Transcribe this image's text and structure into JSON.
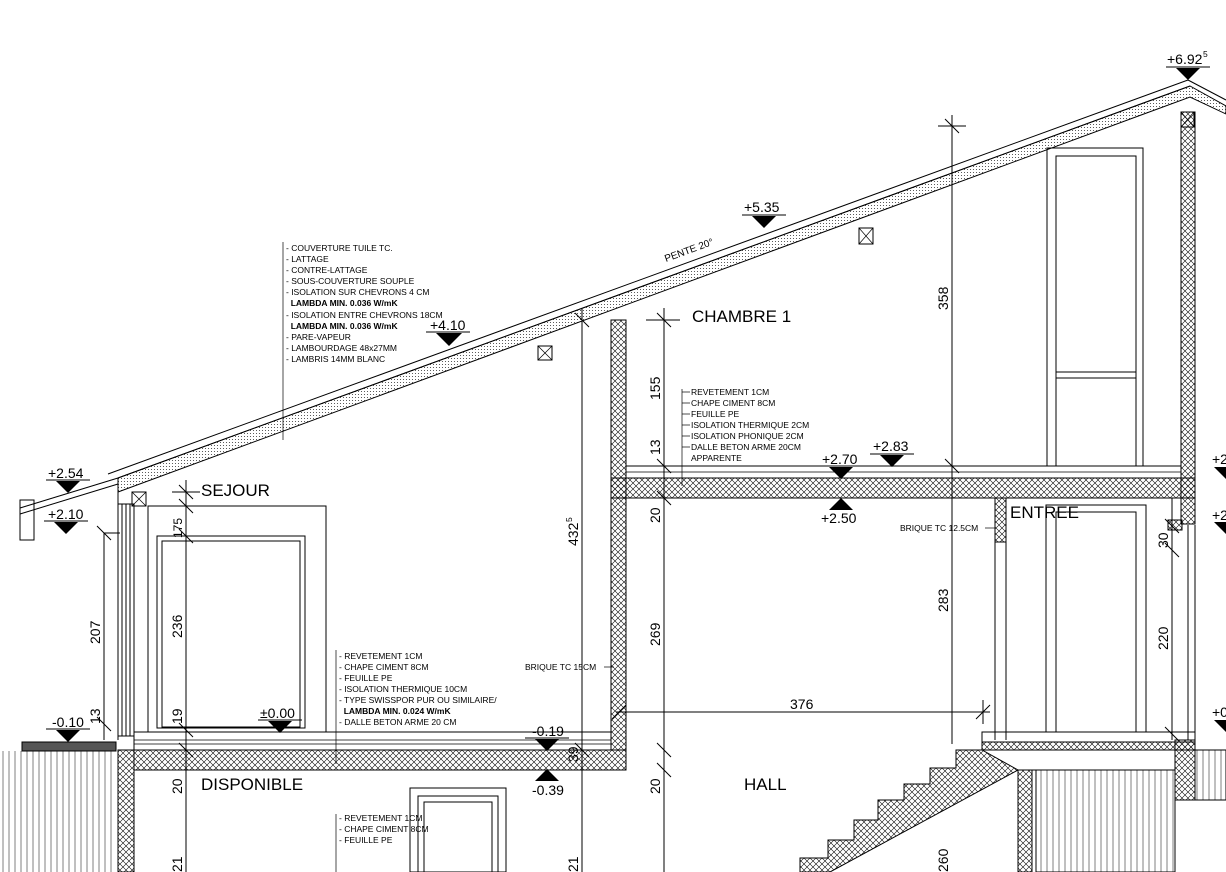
{
  "rooms": {
    "chambre": "CHAMBRE 1",
    "sejour": "SEJOUR",
    "entree": "ENTREE",
    "disponible": "DISPONIBLE",
    "hall": "HALL"
  },
  "levels": {
    "l692": "+6.92",
    "l692_sup": "5",
    "l535": "+5.35",
    "l410": "+4.10",
    "l254": "+2.54",
    "l210": "+2.10",
    "l270": "+2.70",
    "l283": "+2.83",
    "l250": "+2.50",
    "l000": "±0.00",
    "lm010": "-0.10",
    "lm019": "-0.19",
    "lm039": "-0.39",
    "r2a": "+2",
    "r2b": "+2",
    "r0": "+0"
  },
  "roof": {
    "slope": "PENTE 20°",
    "layers": [
      {
        "text": "- COUVERTURE TUILE TC.",
        "bold": false
      },
      {
        "text": "- LATTAGE",
        "bold": false
      },
      {
        "text": "- CONTRE-LATTAGE",
        "bold": false
      },
      {
        "text": "- SOUS-COUVERTURE SOUPLE",
        "bold": false
      },
      {
        "text": "- ISOLATION SUR CHEVRONS 4 CM",
        "bold": false
      },
      {
        "text": "  LAMBDA MIN. 0.036 W/mK",
        "bold": true
      },
      {
        "text": "- ISOLATION ENTRE CHEVRONS 18CM",
        "bold": false
      },
      {
        "text": "  LAMBDA MIN. 0.036 W/mK",
        "bold": true
      },
      {
        "text": "- PARE-VAPEUR",
        "bold": false
      },
      {
        "text": "- LAMBOURDAGE 48x27MM",
        "bold": false
      },
      {
        "text": "- LAMBRIS 14MM BLANC",
        "bold": false
      }
    ]
  },
  "floor_upper": {
    "layers": [
      "REVETEMENT 1CM",
      "CHAPE CIMENT 8CM",
      "FEUILLE PE",
      "ISOLATION THERMIQUE 2CM",
      "ISOLATION PHONIQUE 2CM",
      "DALLE BETON ARME 20CM",
      "APPARENTE"
    ]
  },
  "floor_ground": {
    "layers": [
      {
        "text": "- REVETEMENT 1CM",
        "bold": false
      },
      {
        "text": "- CHAPE CIMENT 8CM",
        "bold": false
      },
      {
        "text": "- FEUILLE PE",
        "bold": false
      },
      {
        "text": "- ISOLATION THERMIQUE 10CM",
        "bold": false
      },
      {
        "text": "- TYPE SWISSPOR PUR OU SIMILAIRE/",
        "bold": false
      },
      {
        "text": "  LAMBDA MIN. 0.024 W/mK",
        "bold": true
      },
      {
        "text": "- DALLE BETON ARME 20 CM",
        "bold": false
      }
    ]
  },
  "floor_basement": {
    "layers": [
      {
        "text": "- REVETEMENT 1CM",
        "bold": false
      },
      {
        "text": "- CHAPE CIMENT 8CM",
        "bold": false
      },
      {
        "text": "- FEUILLE PE",
        "bold": false
      }
    ]
  },
  "walls": {
    "brique15": "BRIQUE TC 15CM",
    "brique125": "BRIQUE TC 12.5CM"
  },
  "dims": {
    "d358": "358",
    "d155": "155",
    "d13a": "13",
    "d20a": "20",
    "d269": "269",
    "d20b": "20",
    "d260": "260",
    "d4325": "432",
    "d4325_sup": "5",
    "d175": "175",
    "d236": "236",
    "d19": "19",
    "d20c": "20",
    "d207": "207",
    "d13b": "13",
    "d39": "39",
    "d283": "283",
    "d30": "30",
    "d220": "220",
    "d376": "376",
    "d21a": "21",
    "d21b": "21"
  }
}
